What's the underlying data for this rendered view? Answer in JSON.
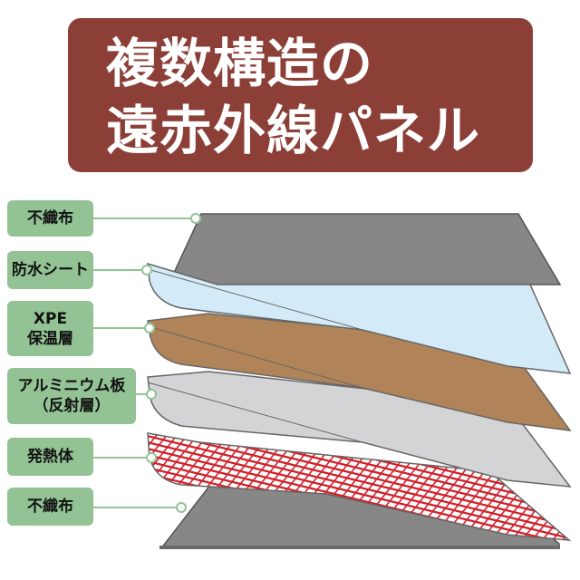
{
  "title": {
    "line1": "複数構造の",
    "line2": "遠赤外線パネル",
    "background_color": "#8b3f37",
    "text_color": "#ffffff"
  },
  "layers": [
    {
      "id": "nonwoven-top",
      "label_lines": [
        "不織布"
      ],
      "fill": "#878787"
    },
    {
      "id": "waterproof-sheet",
      "label_lines": [
        "防水シート"
      ],
      "fill": "#d3ebf8"
    },
    {
      "id": "xpe-insulation",
      "label_lines": [
        "XPE",
        "保温層"
      ],
      "fill": "#b08458"
    },
    {
      "id": "aluminum-plate",
      "label_lines": [
        "アルミニウム板",
        "（反射層）"
      ],
      "fill": "#d4d4d6"
    },
    {
      "id": "heating-element",
      "label_lines": [
        "発熱体"
      ],
      "fill": "#d0202a"
    },
    {
      "id": "nonwoven-bottom",
      "label_lines": [
        "不織布"
      ],
      "fill": "#878787"
    }
  ],
  "label_style": {
    "background": "#93c394",
    "connector_color": "#93c394"
  }
}
